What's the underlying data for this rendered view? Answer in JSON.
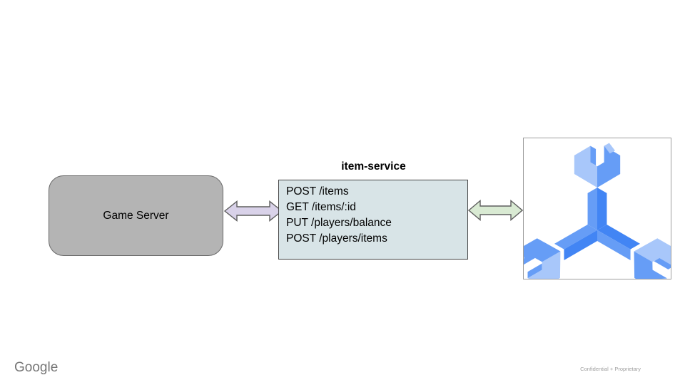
{
  "game_server": {
    "label": "Game Server",
    "fill": "#b4b4b4",
    "border": "#696969"
  },
  "item_service": {
    "title": "item-service",
    "endpoints": [
      "POST /items",
      "GET /items/:id",
      "PUT /players/balance",
      "POST /players/items"
    ],
    "fill": "#d8e4e7",
    "border": "#434343"
  },
  "arrows": {
    "left_fill": "#d9d2e9",
    "right_fill": "#d9ead3",
    "stroke": "#5f5f5f"
  },
  "spanner_icon": {
    "light": "#a8c7fa",
    "medium": "#669df6",
    "dark": "#4285f4"
  },
  "footer": {
    "brand": "Google",
    "note": "Confidential + Proprietary"
  }
}
